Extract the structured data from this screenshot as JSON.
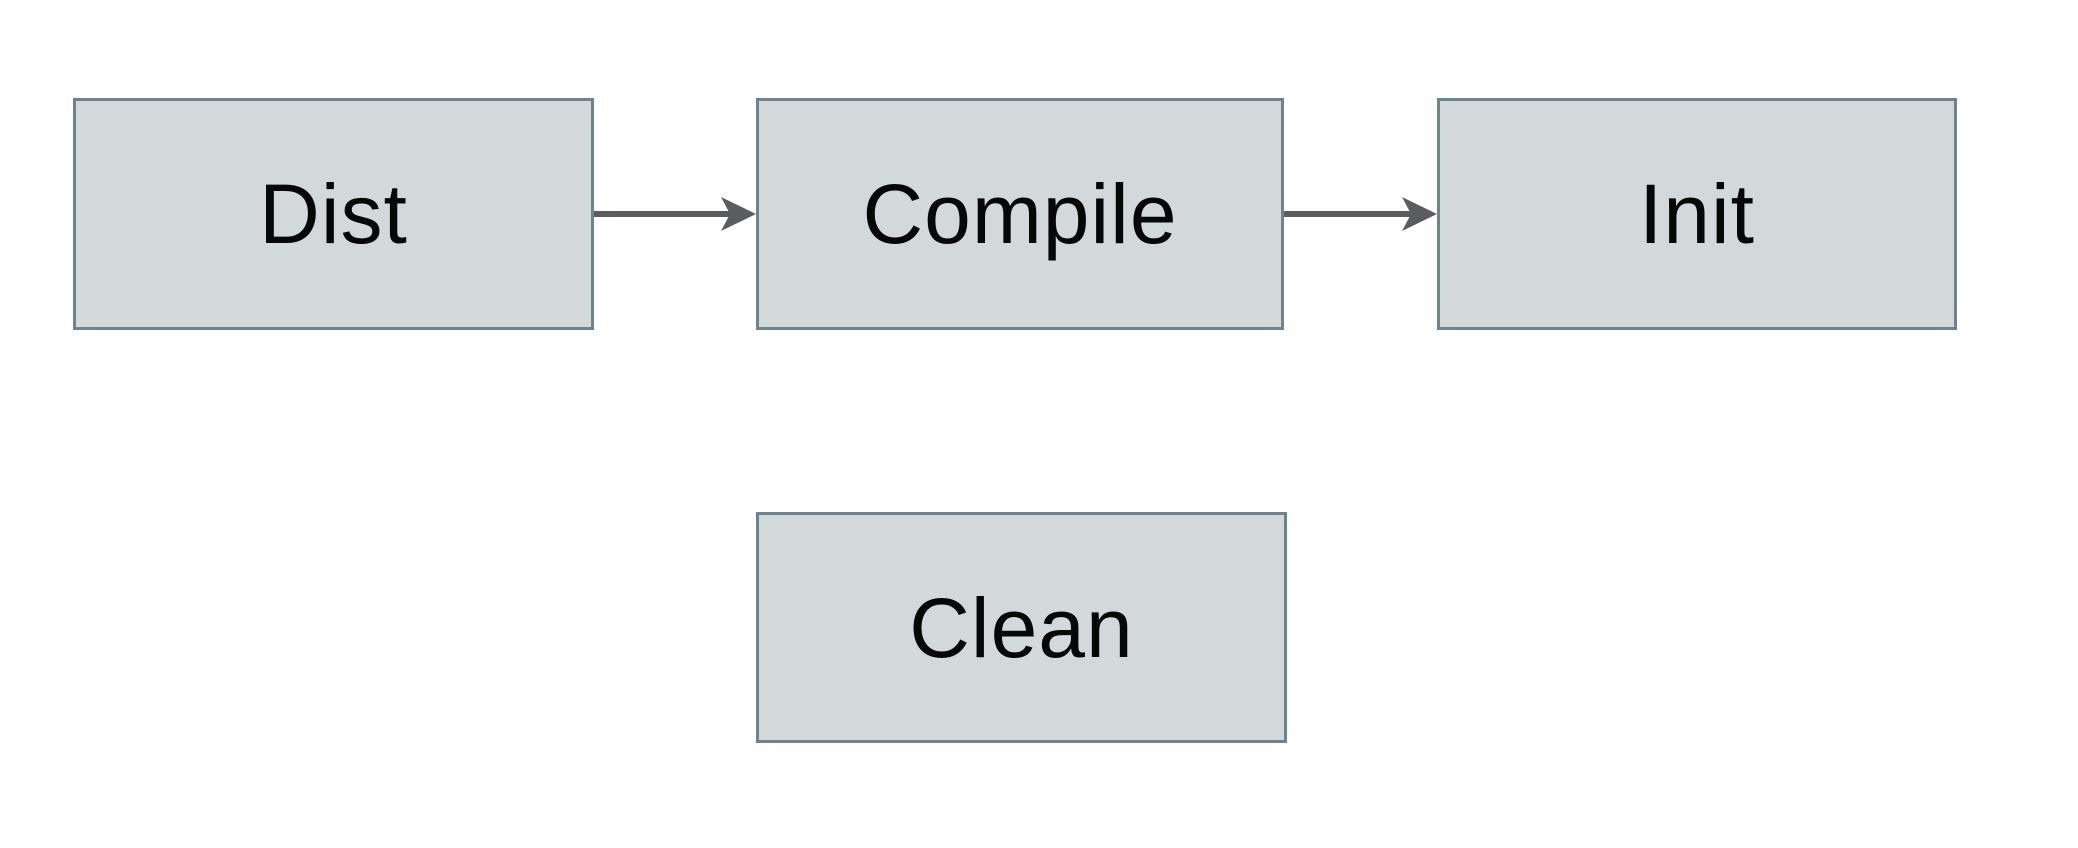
{
  "diagram": {
    "type": "flowchart",
    "nodes": [
      {
        "id": "dist",
        "label": "Dist"
      },
      {
        "id": "compile",
        "label": "Compile"
      },
      {
        "id": "init",
        "label": "Init"
      },
      {
        "id": "clean",
        "label": "Clean"
      }
    ],
    "edges": [
      {
        "from": "dist",
        "to": "compile",
        "direction": "right"
      },
      {
        "from": "compile",
        "to": "init",
        "direction": "right"
      }
    ],
    "colors": {
      "background": "#ffffff",
      "node_fill": "#d3d9db",
      "node_border": "#6d838e",
      "node_text": "#060707",
      "arrow": "#5a5c5e"
    }
  }
}
